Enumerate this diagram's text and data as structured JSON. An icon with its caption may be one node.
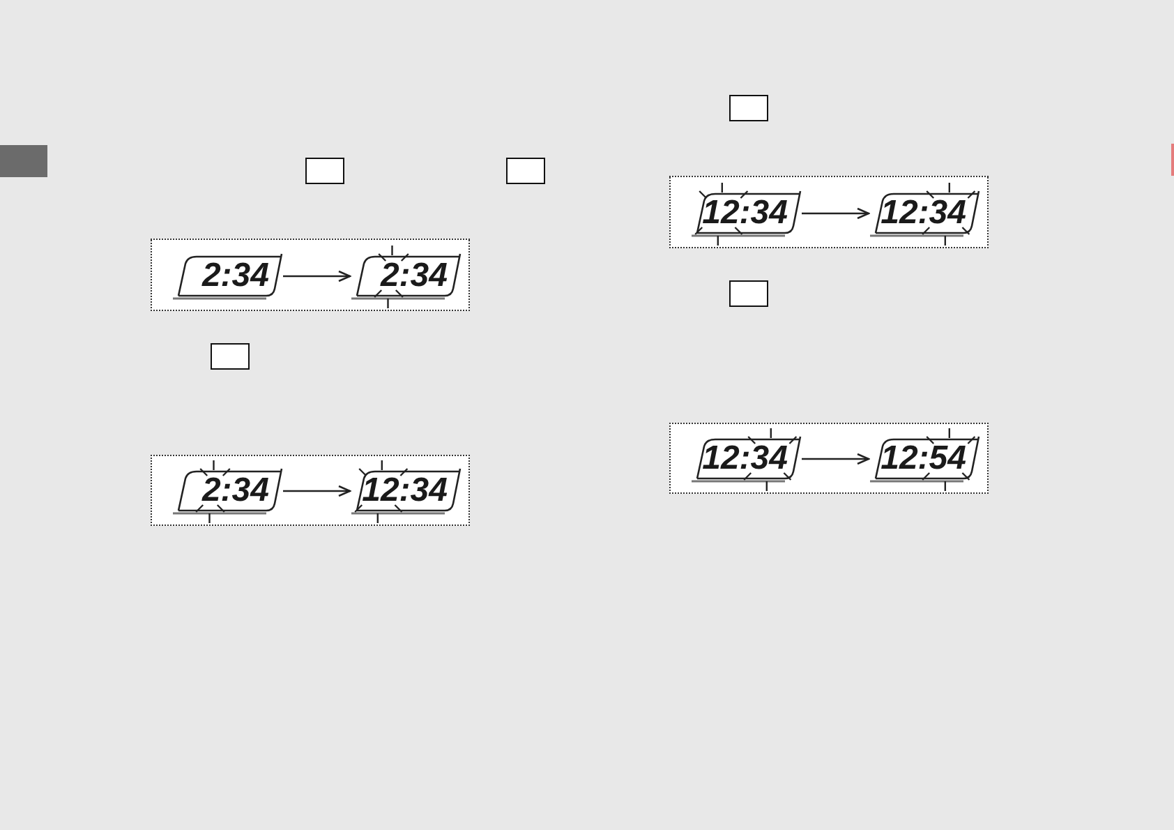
{
  "diagram": {
    "nodes": [
      {
        "text": [],
        "shape": "box"
      },
      {
        "text": [
          "2:34"
        ],
        "in": 0
      },
      {
        "text": [
          "2:34"
        ],
        "in": 0
      },
      {
        "text": [],
        "shape": "box"
      },
      {
        "text": [
          "2:34"
        ],
        "in": 3
      },
      {
        "text": [
          "12:34"
        ],
        "in": 3
      },
      {
        "text": [],
        "shape": "box"
      },
      {
        "text": [
          "12:34"
        ],
        "in": 6
      },
      {
        "text": [
          "12:34"
        ],
        "in": 6
      },
      {
        "text": [],
        "shape": "box"
      },
      {
        "text": [
          "12:34"
        ],
        "in": 9
      },
      {
        "text": [
          "12:54"
        ],
        "in": 9
      }
    ],
    "edges": [
      {
        "from": 1,
        "to": 2,
        "arrow": "to"
      },
      {
        "from": 4,
        "to": 5,
        "arrow": "to"
      },
      {
        "from": 7,
        "to": 8,
        "arrow": "to"
      },
      {
        "from": 10,
        "to": 11,
        "arrow": "to"
      }
    ]
  }
}
